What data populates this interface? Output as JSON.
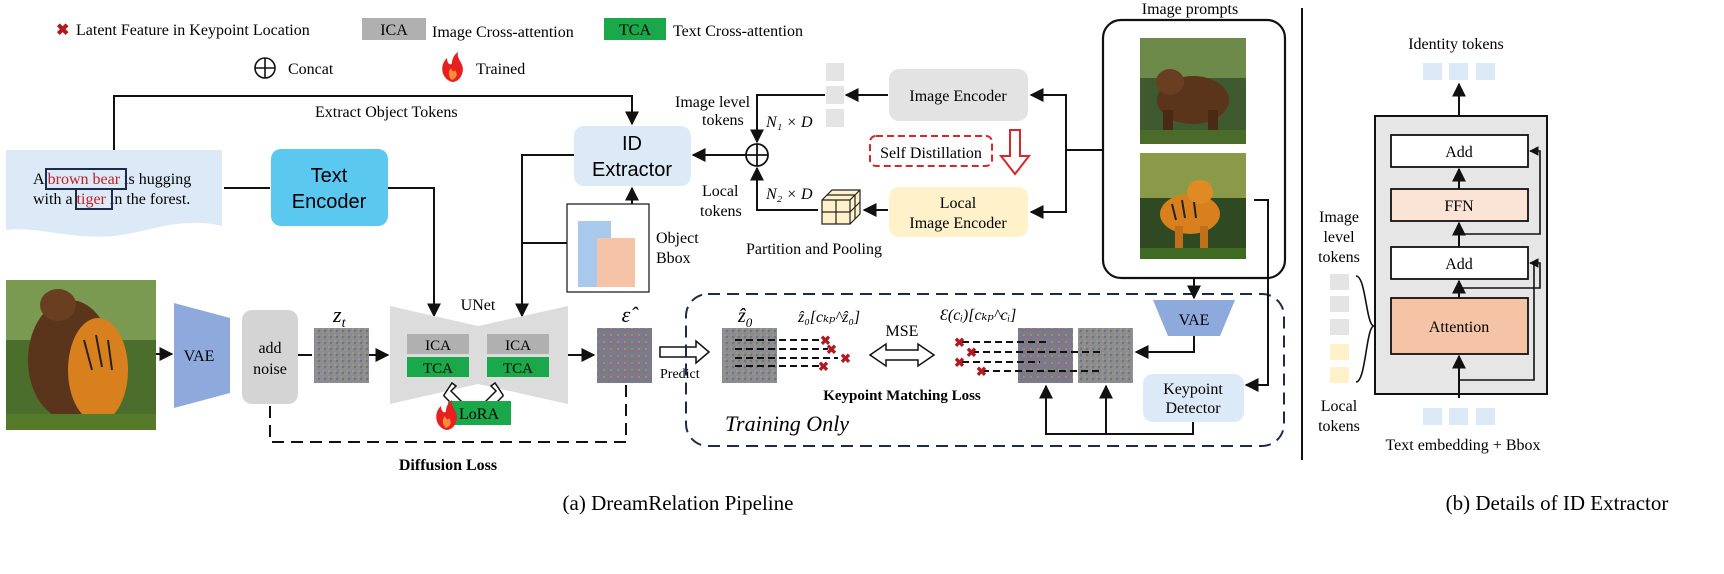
{
  "legend": {
    "latent_feature": "Latent Feature in Keypoint Location",
    "ica_tag": "ICA",
    "ica_label": "Image Cross-attention",
    "tca_tag": "TCA",
    "tca_label": "Text Cross-attention",
    "concat": "Concat",
    "trained": "Trained"
  },
  "pipeline": {
    "extract_object_tokens": "Extract Object Tokens",
    "prompt": {
      "prefix": "A",
      "obj1": "brown bear",
      "mid": "is hugging",
      "line2_prefix": "with a",
      "obj2": "tiger",
      "suffix": "in the forest."
    },
    "text_encoder": [
      "Text",
      "Encoder"
    ],
    "id_extractor": [
      "ID",
      "Extractor"
    ],
    "object_bbox": [
      "Object",
      "Bbox"
    ],
    "image_level_tokens": [
      "Image level",
      "tokens"
    ],
    "local_tokens": [
      "Local",
      "tokens"
    ],
    "n1d": "N₁ × D",
    "n2d": "N₂ × D",
    "partition_pooling": "Partition and Pooling",
    "image_encoder": "Image Encoder",
    "local_image_encoder": [
      "Local",
      "Image Encoder"
    ],
    "self_distillation": "Self Distillation",
    "image_prompts": "Image prompts",
    "vae": "VAE",
    "add_noise": [
      "add",
      "noise"
    ],
    "zt": "z",
    "zt_sub": "t",
    "unet": "UNet",
    "ica": "ICA",
    "tca": "TCA",
    "lora": "LoRA",
    "eps_hat": "ε̂",
    "predict": "Predict",
    "diffusion_loss": "Diffusion Loss",
    "z0_hat": "ẑ",
    "z0_sub": "0",
    "z0_kp": "ẑ₀[cₖₚ^ẑ₀]",
    "mse": "MSE",
    "enc_kp": "Ɛ(cᵢ)[cₖₚ^cᵢ]",
    "keypoint_matching_loss": "Keypoint Matching Loss",
    "training_only": "Training Only",
    "vae_right": "VAE",
    "keypoint_detector": [
      "Keypoint",
      "Detector"
    ],
    "caption": "(a) DreamRelation Pipeline"
  },
  "id_extractor_detail": {
    "identity_tokens": "Identity tokens",
    "add_top": "Add",
    "ffn": "FFN",
    "add_bottom": "Add",
    "attention": "Attention",
    "image_level_tokens": [
      "Image",
      "level",
      "tokens"
    ],
    "local_tokens": [
      "Local",
      "tokens"
    ],
    "text_embedding": "Text embedding + Bbox",
    "caption": "(b) Details of ID Extractor"
  },
  "colors": {
    "ica_gray": "#b0b0b0",
    "tca_green": "#1aa84a",
    "text_encoder_blue": "#5bc8f0",
    "id_extractor_blue": "#dce9f7",
    "vae_blue": "#8ea9dc",
    "image_encoder_gray": "#e3e3e3",
    "local_encoder_yellow": "#fff1c9",
    "attention_orange": "#f5c3a6",
    "ffn_pink": "#fbe3d6",
    "highlight_red": "#c0202a",
    "token_blue": "#dce9f7"
  }
}
